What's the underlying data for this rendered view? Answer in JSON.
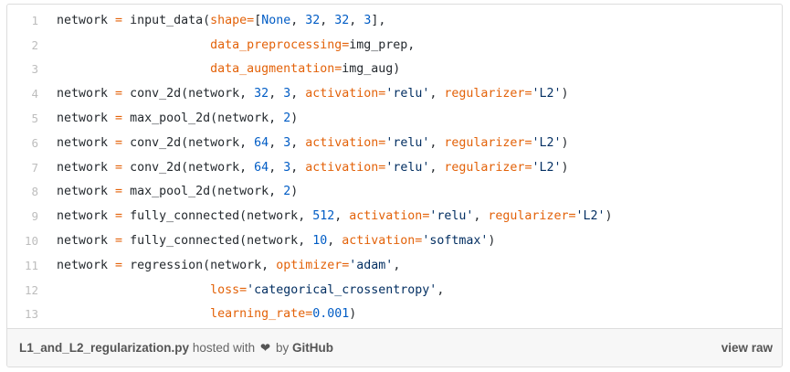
{
  "code_lines": [
    {
      "n": "1",
      "tokens": [
        [
          "t",
          "network "
        ],
        [
          "kw",
          "="
        ],
        [
          "t",
          " input_data("
        ],
        [
          "kw",
          "shape"
        ],
        [
          "kw",
          "="
        ],
        [
          "t",
          "["
        ],
        [
          "num",
          "None"
        ],
        [
          "t",
          ", "
        ],
        [
          "num",
          "32"
        ],
        [
          "t",
          ", "
        ],
        [
          "num",
          "32"
        ],
        [
          "t",
          ", "
        ],
        [
          "num",
          "3"
        ],
        [
          "t",
          "],"
        ]
      ]
    },
    {
      "n": "2",
      "tokens": [
        [
          "t",
          "                     "
        ],
        [
          "kw",
          "data_preprocessing"
        ],
        [
          "kw",
          "="
        ],
        [
          "t",
          "img_prep,"
        ]
      ]
    },
    {
      "n": "3",
      "tokens": [
        [
          "t",
          "                     "
        ],
        [
          "kw",
          "data_augmentation"
        ],
        [
          "kw",
          "="
        ],
        [
          "t",
          "img_aug)"
        ]
      ]
    },
    {
      "n": "4",
      "tokens": [
        [
          "t",
          "network "
        ],
        [
          "kw",
          "="
        ],
        [
          "t",
          " conv_2d(network, "
        ],
        [
          "num",
          "32"
        ],
        [
          "t",
          ", "
        ],
        [
          "num",
          "3"
        ],
        [
          "t",
          ", "
        ],
        [
          "kw",
          "activation"
        ],
        [
          "kw",
          "="
        ],
        [
          "str",
          "'relu'"
        ],
        [
          "t",
          ", "
        ],
        [
          "kw",
          "regularizer"
        ],
        [
          "kw",
          "="
        ],
        [
          "str",
          "'L2'"
        ],
        [
          "t",
          ")"
        ]
      ]
    },
    {
      "n": "5",
      "tokens": [
        [
          "t",
          "network "
        ],
        [
          "kw",
          "="
        ],
        [
          "t",
          " max_pool_2d(network, "
        ],
        [
          "num",
          "2"
        ],
        [
          "t",
          ")"
        ]
      ]
    },
    {
      "n": "6",
      "tokens": [
        [
          "t",
          "network "
        ],
        [
          "kw",
          "="
        ],
        [
          "t",
          " conv_2d(network, "
        ],
        [
          "num",
          "64"
        ],
        [
          "t",
          ", "
        ],
        [
          "num",
          "3"
        ],
        [
          "t",
          ", "
        ],
        [
          "kw",
          "activation"
        ],
        [
          "kw",
          "="
        ],
        [
          "str",
          "'relu'"
        ],
        [
          "t",
          ", "
        ],
        [
          "kw",
          "regularizer"
        ],
        [
          "kw",
          "="
        ],
        [
          "str",
          "'L2'"
        ],
        [
          "t",
          ")"
        ]
      ]
    },
    {
      "n": "7",
      "tokens": [
        [
          "t",
          "network "
        ],
        [
          "kw",
          "="
        ],
        [
          "t",
          " conv_2d(network, "
        ],
        [
          "num",
          "64"
        ],
        [
          "t",
          ", "
        ],
        [
          "num",
          "3"
        ],
        [
          "t",
          ", "
        ],
        [
          "kw",
          "activation"
        ],
        [
          "kw",
          "="
        ],
        [
          "str",
          "'relu'"
        ],
        [
          "t",
          ", "
        ],
        [
          "kw",
          "regularizer"
        ],
        [
          "kw",
          "="
        ],
        [
          "str",
          "'L2'"
        ],
        [
          "t",
          ")"
        ]
      ]
    },
    {
      "n": "8",
      "tokens": [
        [
          "t",
          "network "
        ],
        [
          "kw",
          "="
        ],
        [
          "t",
          " max_pool_2d(network, "
        ],
        [
          "num",
          "2"
        ],
        [
          "t",
          ")"
        ]
      ]
    },
    {
      "n": "9",
      "tokens": [
        [
          "t",
          "network "
        ],
        [
          "kw",
          "="
        ],
        [
          "t",
          " fully_connected(network, "
        ],
        [
          "num",
          "512"
        ],
        [
          "t",
          ", "
        ],
        [
          "kw",
          "activation"
        ],
        [
          "kw",
          "="
        ],
        [
          "str",
          "'relu'"
        ],
        [
          "t",
          ", "
        ],
        [
          "kw",
          "regularizer"
        ],
        [
          "kw",
          "="
        ],
        [
          "str",
          "'L2'"
        ],
        [
          "t",
          ")"
        ]
      ]
    },
    {
      "n": "10",
      "tokens": [
        [
          "t",
          "network "
        ],
        [
          "kw",
          "="
        ],
        [
          "t",
          " fully_connected(network, "
        ],
        [
          "num",
          "10"
        ],
        [
          "t",
          ", "
        ],
        [
          "kw",
          "activation"
        ],
        [
          "kw",
          "="
        ],
        [
          "str",
          "'softmax'"
        ],
        [
          "t",
          ")"
        ]
      ]
    },
    {
      "n": "11",
      "tokens": [
        [
          "t",
          "network "
        ],
        [
          "kw",
          "="
        ],
        [
          "t",
          " regression(network, "
        ],
        [
          "kw",
          "optimizer"
        ],
        [
          "kw",
          "="
        ],
        [
          "str",
          "'adam'"
        ],
        [
          "t",
          ","
        ]
      ]
    },
    {
      "n": "12",
      "tokens": [
        [
          "t",
          "                     "
        ],
        [
          "kw",
          "loss"
        ],
        [
          "kw",
          "="
        ],
        [
          "str",
          "'categorical_crossentropy'"
        ],
        [
          "t",
          ","
        ]
      ]
    },
    {
      "n": "13",
      "tokens": [
        [
          "t",
          "                     "
        ],
        [
          "kw",
          "learning_rate"
        ],
        [
          "kw",
          "="
        ],
        [
          "num",
          "0.001"
        ],
        [
          "t",
          ")"
        ]
      ]
    }
  ],
  "footer": {
    "filename": "L1_and_L2_regularization.py",
    "hosted_with": "hosted with",
    "by": "by",
    "brand": "GitHub",
    "view_raw": "view raw"
  },
  "icons": {
    "heart": "heart-icon"
  }
}
